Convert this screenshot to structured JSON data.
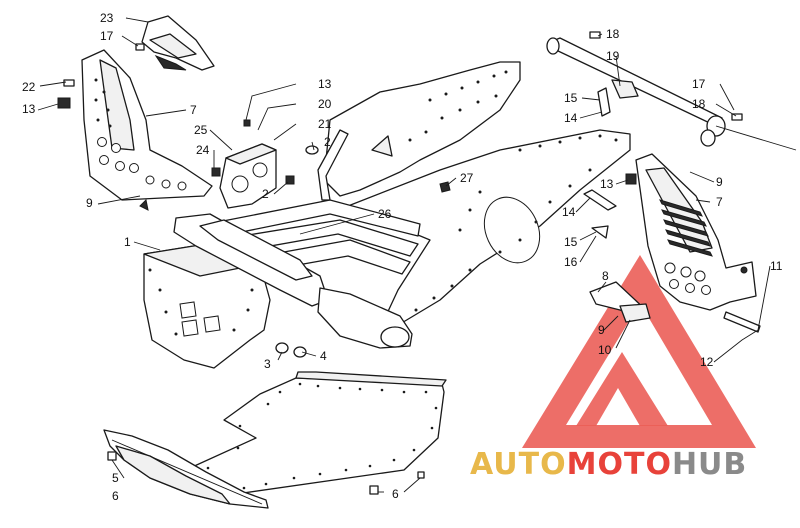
{
  "diagram": {
    "callouts": [
      {
        "id": "c23",
        "label": "23"
      },
      {
        "id": "c17a",
        "label": "17"
      },
      {
        "id": "c22",
        "label": "22"
      },
      {
        "id": "c13a",
        "label": "13"
      },
      {
        "id": "c7a",
        "label": "7"
      },
      {
        "id": "c9a",
        "label": "9"
      },
      {
        "id": "c1",
        "label": "1"
      },
      {
        "id": "c13b",
        "label": "13"
      },
      {
        "id": "c20",
        "label": "20"
      },
      {
        "id": "c21",
        "label": "21"
      },
      {
        "id": "c2a",
        "label": "2"
      },
      {
        "id": "c25",
        "label": "25"
      },
      {
        "id": "c24",
        "label": "24"
      },
      {
        "id": "c2b",
        "label": "2"
      },
      {
        "id": "c26",
        "label": "26"
      },
      {
        "id": "c27",
        "label": "27"
      },
      {
        "id": "c3",
        "label": "3"
      },
      {
        "id": "c4",
        "label": "4"
      },
      {
        "id": "c18a",
        "label": "18"
      },
      {
        "id": "c19",
        "label": "19"
      },
      {
        "id": "c17b",
        "label": "17"
      },
      {
        "id": "c18b",
        "label": "18"
      },
      {
        "id": "c15a",
        "label": "15"
      },
      {
        "id": "c14a",
        "label": "14"
      },
      {
        "id": "c13c",
        "label": "13"
      },
      {
        "id": "c9b",
        "label": "9"
      },
      {
        "id": "c7b",
        "label": "7"
      },
      {
        "id": "c14b",
        "label": "14"
      },
      {
        "id": "c15b",
        "label": "15"
      },
      {
        "id": "c16",
        "label": "16"
      },
      {
        "id": "c8",
        "label": "8"
      },
      {
        "id": "c11",
        "label": "11"
      },
      {
        "id": "c9c",
        "label": "9"
      },
      {
        "id": "c10",
        "label": "10"
      },
      {
        "id": "c12",
        "label": "12"
      },
      {
        "id": "c5",
        "label": "5"
      },
      {
        "id": "c6a",
        "label": "6"
      },
      {
        "id": "c6b",
        "label": "6"
      }
    ]
  },
  "watermark": {
    "part1": "AUTO",
    "part2": "MOTO",
    "part3": "HUB",
    "colors": {
      "gold": "#e8b84a",
      "red": "#e8423a",
      "gray": "#8a8a8a",
      "triangle": "#e8423a"
    }
  }
}
